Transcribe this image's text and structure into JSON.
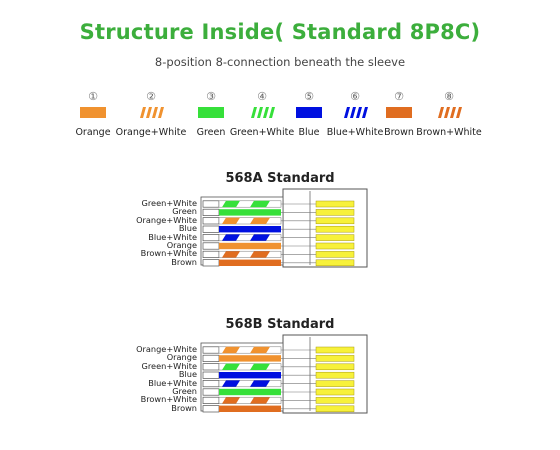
{
  "title": "Structure Inside( Standard 8P8C)",
  "subtitle": "8-position 8-connection beneath the sleeve",
  "colors": {
    "orange": "#f0922f",
    "green": "#36e03a",
    "blue": "#0010e0",
    "brown": "#e06d20",
    "pin": "#f7f13a",
    "title": "#3cae3c"
  },
  "legend": [
    {
      "num": "①",
      "label": "Orange",
      "color": "orange",
      "striped": false
    },
    {
      "num": "②",
      "label": "Orange+White",
      "color": "orange",
      "striped": true
    },
    {
      "num": "③",
      "label": "Green",
      "color": "green",
      "striped": false
    },
    {
      "num": "④",
      "label": "Green+White",
      "color": "green",
      "striped": true
    },
    {
      "num": "⑤",
      "label": "Blue",
      "color": "blue",
      "striped": false
    },
    {
      "num": "⑥",
      "label": "Blue+White",
      "color": "blue",
      "striped": true
    },
    {
      "num": "⑦",
      "label": "Brown",
      "color": "brown",
      "striped": false
    },
    {
      "num": "⑧",
      "label": "Brown+White",
      "color": "brown",
      "striped": true
    }
  ],
  "standards": [
    {
      "title": "568A Standard",
      "wires": [
        {
          "label": "Green+White",
          "color": "green",
          "striped": true
        },
        {
          "label": "Green",
          "color": "green",
          "striped": false
        },
        {
          "label": "Orange+White",
          "color": "orange",
          "striped": true
        },
        {
          "label": "Blue",
          "color": "blue",
          "striped": false
        },
        {
          "label": "Blue+White",
          "color": "blue",
          "striped": true
        },
        {
          "label": "Orange",
          "color": "orange",
          "striped": false
        },
        {
          "label": "Brown+White",
          "color": "brown",
          "striped": true
        },
        {
          "label": "Brown",
          "color": "brown",
          "striped": false
        }
      ]
    },
    {
      "title": "568B Standard",
      "wires": [
        {
          "label": "Orange+White",
          "color": "orange",
          "striped": true
        },
        {
          "label": "Orange",
          "color": "orange",
          "striped": false
        },
        {
          "label": "Green+White",
          "color": "green",
          "striped": true
        },
        {
          "label": "Blue",
          "color": "blue",
          "striped": false
        },
        {
          "label": "Blue+White",
          "color": "blue",
          "striped": true
        },
        {
          "label": "Green",
          "color": "green",
          "striped": false
        },
        {
          "label": "Brown+White",
          "color": "brown",
          "striped": true
        },
        {
          "label": "Brown",
          "color": "brown",
          "striped": false
        }
      ]
    }
  ]
}
